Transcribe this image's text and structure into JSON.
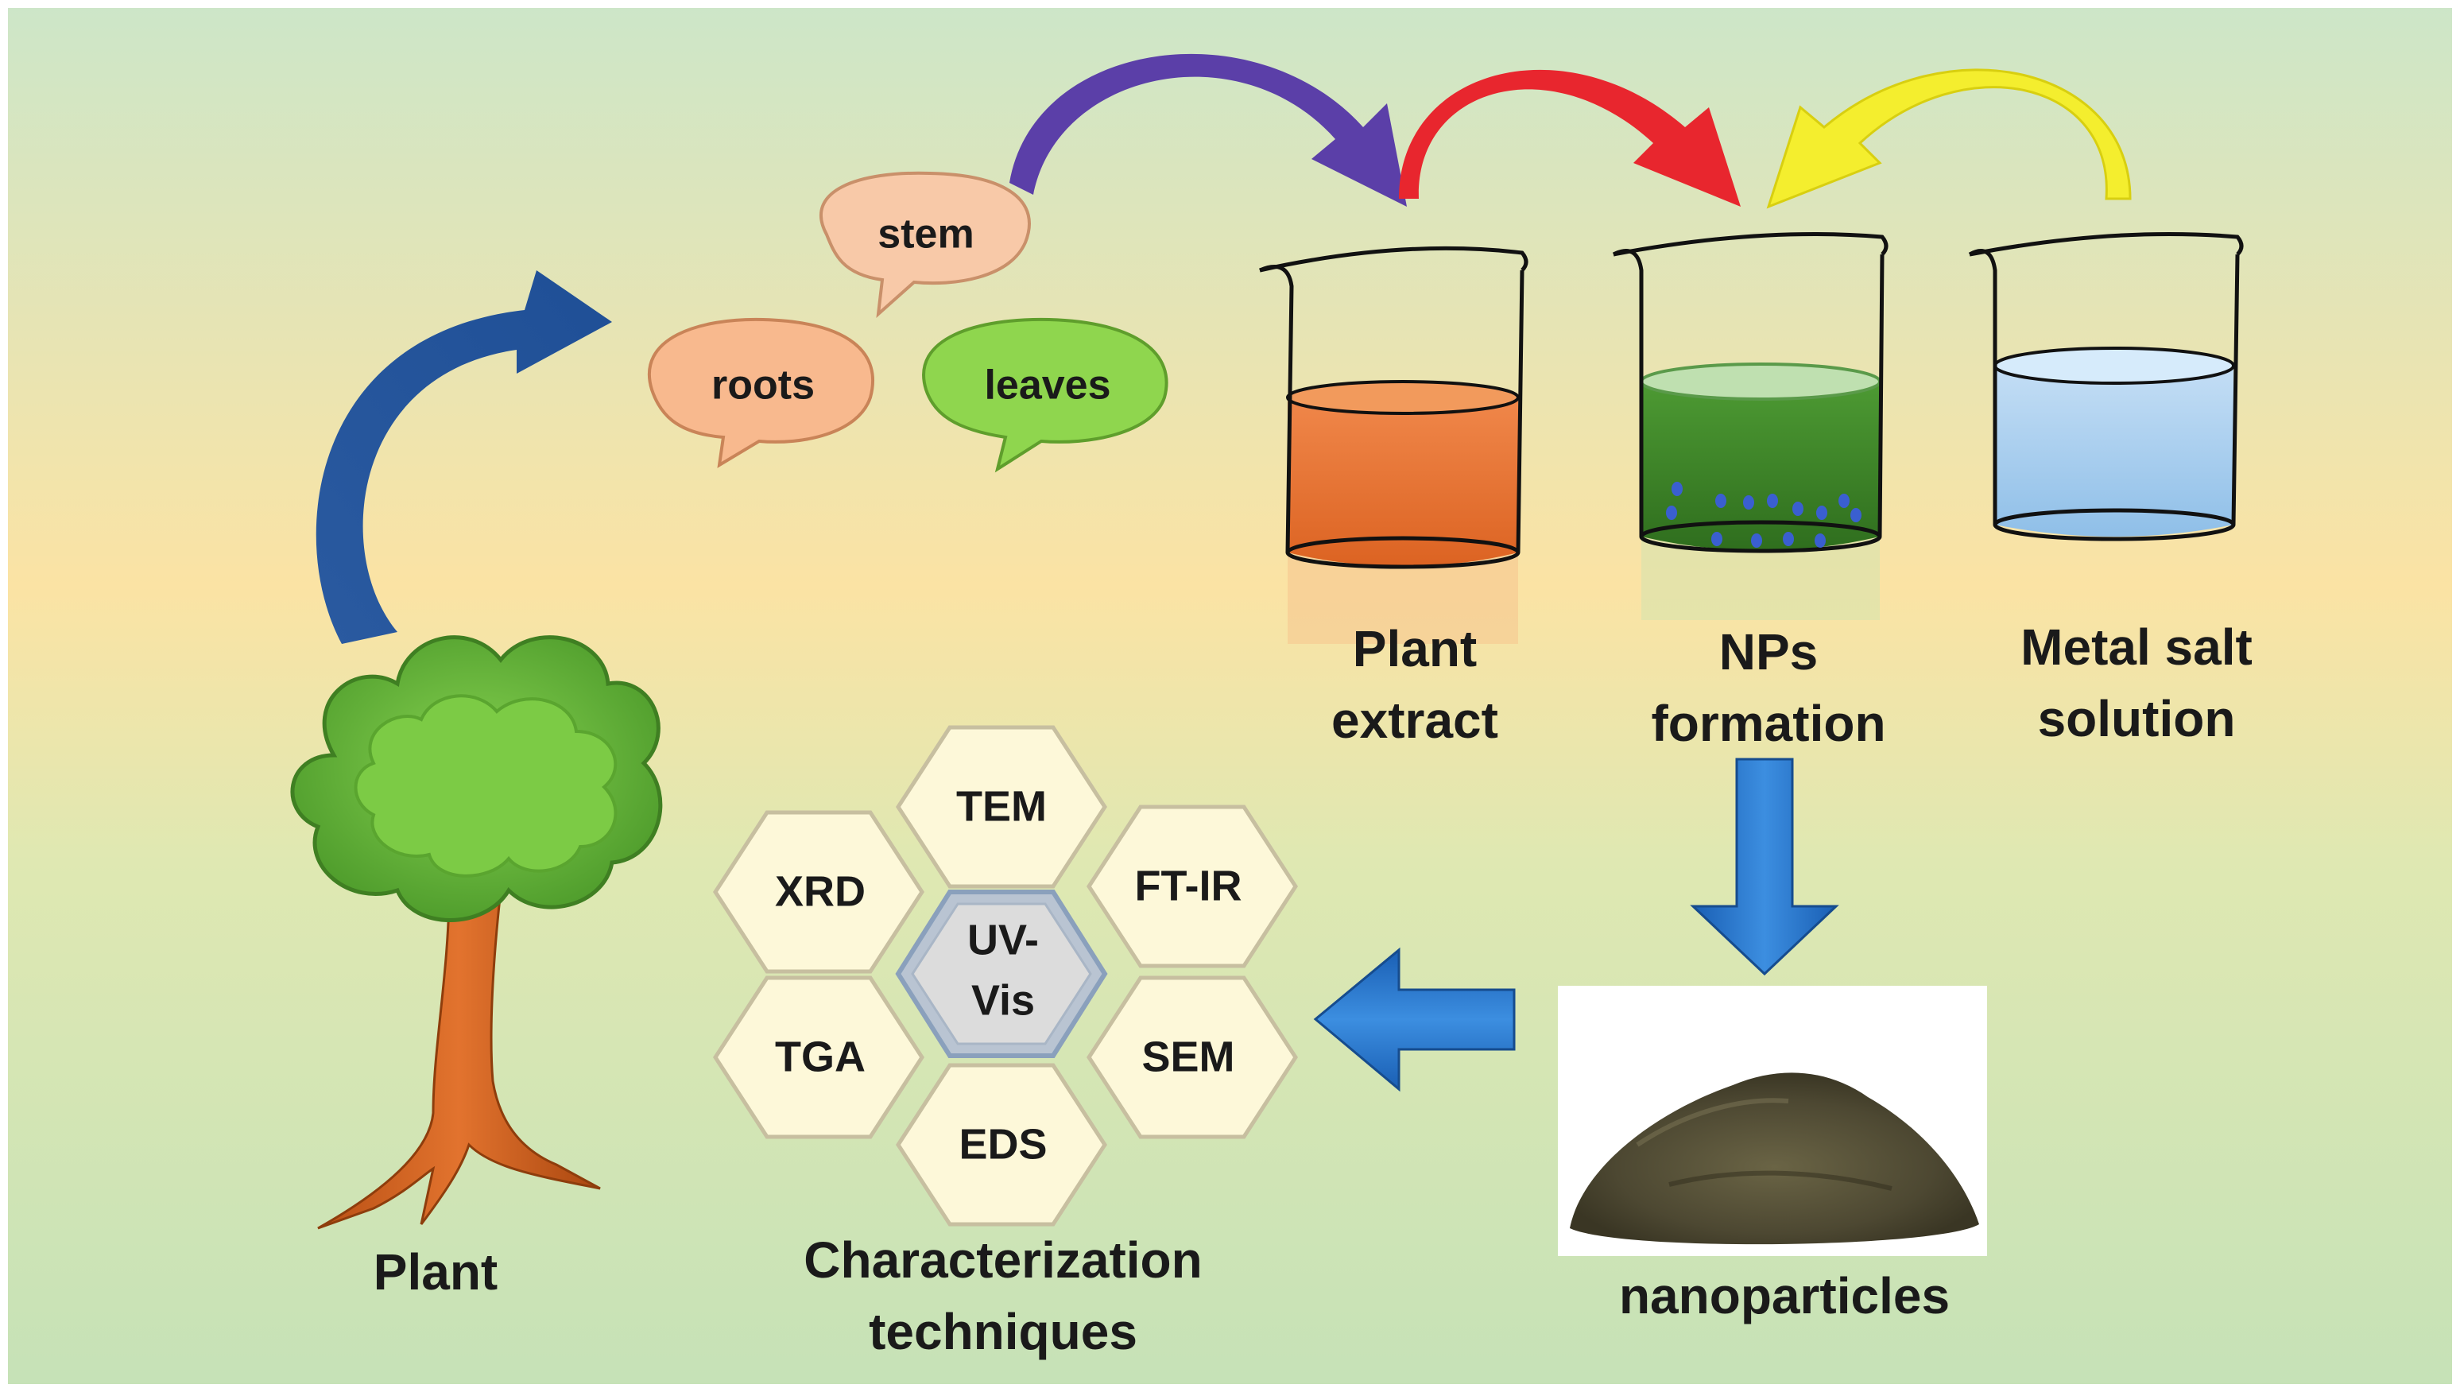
{
  "bubbles": {
    "stem": "stem",
    "roots": "roots",
    "leaves": "leaves"
  },
  "beakers": {
    "plant_extract": [
      "Plant",
      "extract"
    ],
    "nps_formation": [
      "NPs",
      "formation"
    ],
    "metal_salt": [
      "Metal salt",
      "solution"
    ]
  },
  "plant_label": "Plant",
  "nanoparticles_label": "nanoparticles",
  "characterization": {
    "title": [
      "Characterization",
      "techniques"
    ],
    "center": [
      "UV-",
      "Vis"
    ],
    "techniques": {
      "tem": "TEM",
      "xrd": "XRD",
      "ftir": "FT-IR",
      "tga": "TGA",
      "sem": "SEM",
      "eds": "EDS"
    }
  },
  "colors": {
    "plant_extract_liquid": "#e8773a",
    "nps_liquid": "#3f8a2a",
    "metal_salt_liquid": "#a9cfee",
    "arrow_purple": "#5b3fa8",
    "arrow_red": "#e8262e",
    "arrow_yellow": "#f4ee2e",
    "arrow_blue": "#1f6fc5",
    "tree_green": "#6cbf3a",
    "tree_trunk": "#d9621f",
    "hex_fill": "#fdf8d9",
    "hex_center": "#d8d8d8"
  }
}
